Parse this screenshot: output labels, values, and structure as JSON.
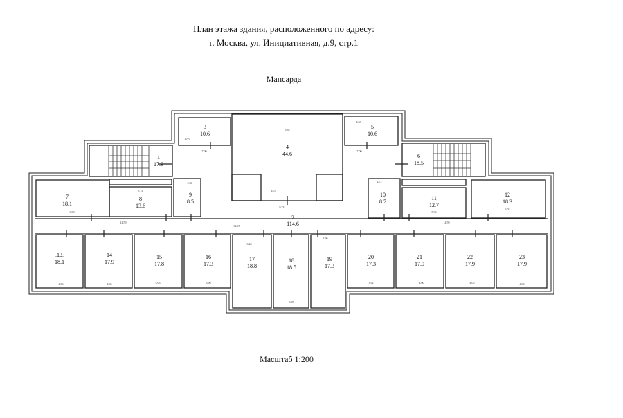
{
  "header": {
    "title_line1": "План этажа здания, расположенного по адресу:",
    "title_line2": "г. Москва, ул. Инициативная, д.9, стр.1",
    "floor": "Мансарда"
  },
  "footer": {
    "scale": "Масштаб 1:200"
  },
  "rooms": [
    {
      "num": "1",
      "area": "17.9"
    },
    {
      "num": "2",
      "area": "114.6"
    },
    {
      "num": "3",
      "area": "10.6"
    },
    {
      "num": "4",
      "area": "44.6"
    },
    {
      "num": "5",
      "area": "10.6"
    },
    {
      "num": "6",
      "area": "18.5"
    },
    {
      "num": "7",
      "area": "18.1"
    },
    {
      "num": "8",
      "area": "13.6"
    },
    {
      "num": "9",
      "area": "8.5"
    },
    {
      "num": "10",
      "area": "8.7"
    },
    {
      "num": "11",
      "area": "12.7"
    },
    {
      "num": "12",
      "area": "18.3"
    },
    {
      "num": "13",
      "area": "18.1"
    },
    {
      "num": "14",
      "area": "17.9"
    },
    {
      "num": "15",
      "area": "17.8"
    },
    {
      "num": "16",
      "area": "17.3"
    },
    {
      "num": "17",
      "area": "18.8"
    },
    {
      "num": "18",
      "area": "18.5"
    },
    {
      "num": "19",
      "area": "17.3"
    },
    {
      "num": "20",
      "area": "17.3"
    },
    {
      "num": "21",
      "area": "17.9"
    },
    {
      "num": "22",
      "area": "17.9"
    },
    {
      "num": "23",
      "area": "17.9"
    }
  ],
  "dimensions": {
    "corridor_left": "14.59",
    "corridor_right": "14.59",
    "corridor_total": "62.67",
    "hall_width": "9.74",
    "hall_inner": "4.57",
    "room4_width": "9.58",
    "room3_width": "4.00",
    "room5_width": "4.53",
    "left_hall": "7.00",
    "right_hall": "7.00",
    "room7_width": "6.08",
    "room8_width": "5.44",
    "room9_width": "2.60",
    "room10_width": "2.72",
    "room11_width": "5.36",
    "room12_width": "6.05",
    "room13_width": "4.06",
    "room14_width": "4.03",
    "room15_width": "4.03",
    "room16_width": "3.96",
    "room17_width": "3.23",
    "room18_width": "3.05",
    "room19_width": "2.96",
    "room20_width": "3.92",
    "room21_width": "4.00",
    "room22_width": "4.05",
    "room23_width": "4.00"
  }
}
